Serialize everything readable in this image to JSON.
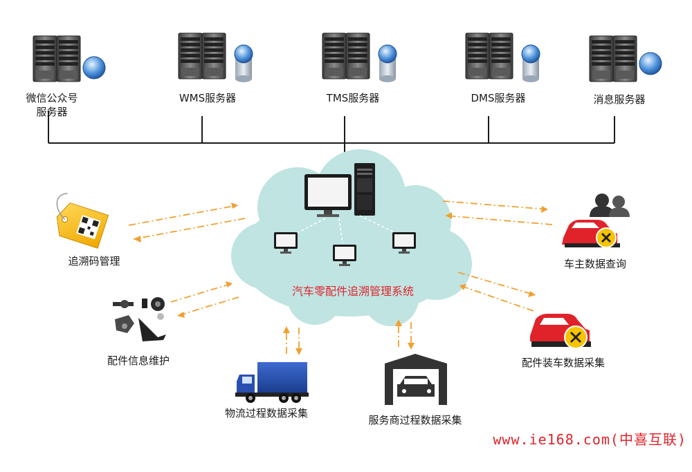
{
  "servers": [
    {
      "line1": "微信公众号",
      "line2": "服务器"
    },
    {
      "line1": "WMS服务器",
      "line2": ""
    },
    {
      "line1": "TMS服务器",
      "line2": ""
    },
    {
      "line1": "DMS服务器",
      "line2": ""
    },
    {
      "line1": "消息服务器",
      "line2": ""
    }
  ],
  "center": {
    "title": "汽车零配件追溯管理系统"
  },
  "nodes": {
    "trace_code": "追溯码管理",
    "parts_info": "配件信息维护",
    "logistics": "物流过程数据采集",
    "dealer": "服务商过程数据采集",
    "install": "配件装车数据采集",
    "owner": "车主数据查询"
  },
  "watermark": "www.ie168.com(中喜互联)",
  "colors": {
    "accent": "#e0232b",
    "arrow": "#f0a030",
    "cloud": "#bfe4e2",
    "line": "#1a1a1a"
  },
  "icons": {
    "server": "server-globe-icon",
    "database": "server-database-icon",
    "tag": "qr-tag-icon",
    "parts": "auto-parts-icon",
    "truck": "truck-icon",
    "garage": "garage-car-icon",
    "car": "car-repair-icon",
    "users": "users-icon"
  }
}
